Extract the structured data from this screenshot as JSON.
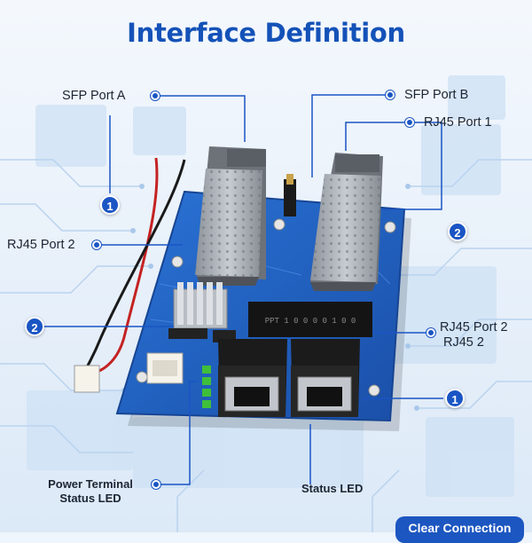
{
  "title": "Interface Definition",
  "labels": {
    "sfp_a": "SFP Port A",
    "sfp_b": "SFP Port B",
    "rj45_port1": "RJ45 Port 1",
    "rj45_port2_left": "RJ45 Port 2",
    "rj45_port2_right": "RJ45 Port 2",
    "rj45_2_sub": "RJ45 2",
    "power_terminal": "Power Terminal",
    "status_led_left": "Status LED",
    "status_led_bottom": "Status LED"
  },
  "badges": {
    "b1_left": "1",
    "b2_right": "2",
    "b2_left": "2",
    "b1_right": "1"
  },
  "chip_text": "PPT 1 0 0 0 0 1 0 0",
  "button": {
    "clear_connection": "Clear Connection"
  },
  "colors": {
    "brand": "#1452b8",
    "pcb": "#1f64c8",
    "accent": "#1a55c4"
  }
}
